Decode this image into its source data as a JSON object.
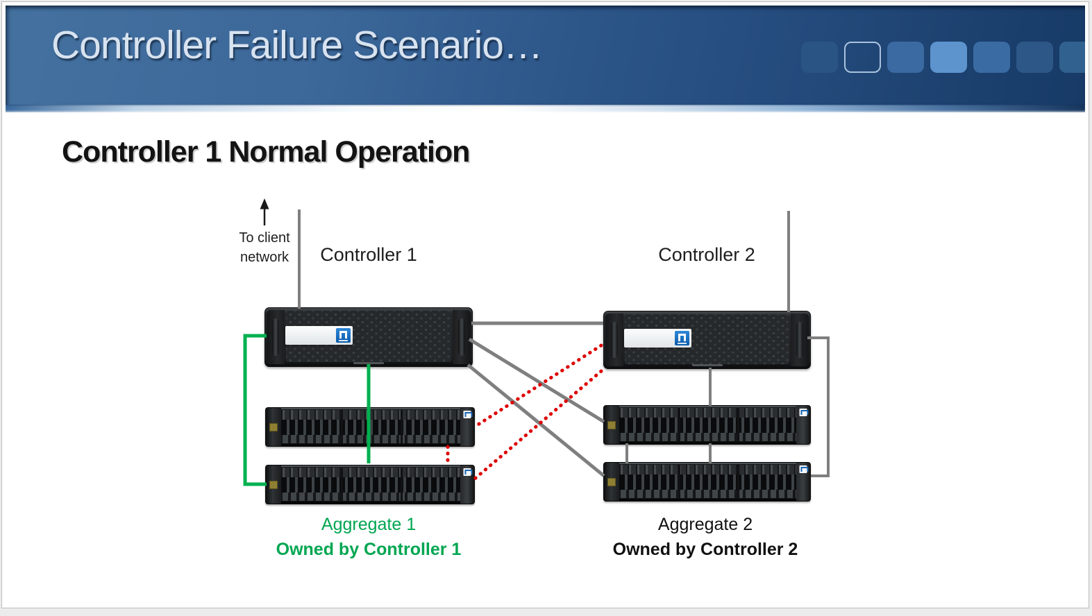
{
  "slide": {
    "title": "Controller Failure Scenario…",
    "heading": "Controller 1 Normal Operation"
  },
  "header": {
    "decor_squares": [
      {
        "style": "filled",
        "color": "#2A5484"
      },
      {
        "style": "outlined",
        "color": "transparent"
      },
      {
        "style": "filled",
        "color": "#3A6AA1"
      },
      {
        "style": "filled",
        "color": "#5E94CE"
      },
      {
        "style": "filled",
        "color": "#3A6BA3"
      },
      {
        "style": "filled",
        "color": "#2D5787"
      },
      {
        "style": "filled",
        "color": "#31618F"
      }
    ]
  },
  "diagram": {
    "client_label_line1": "To client",
    "client_label_line2": "network",
    "controller1_label": "Controller 1",
    "controller2_label": "Controller 2",
    "aggregate1_title": "Aggregate 1",
    "aggregate1_subtitle": "Owned by Controller 1",
    "aggregate2_title": "Aggregate 2",
    "aggregate2_subtitle": "Owned by Controller 2"
  },
  "colors": {
    "header_left": "#44719F",
    "header_right": "#173A66",
    "title_text": "#D8E3F0",
    "aggregate1_green": "#00A651",
    "line_green": "#00B050",
    "line_red": "#DD0000",
    "line_gray": "#7F7F7F"
  }
}
